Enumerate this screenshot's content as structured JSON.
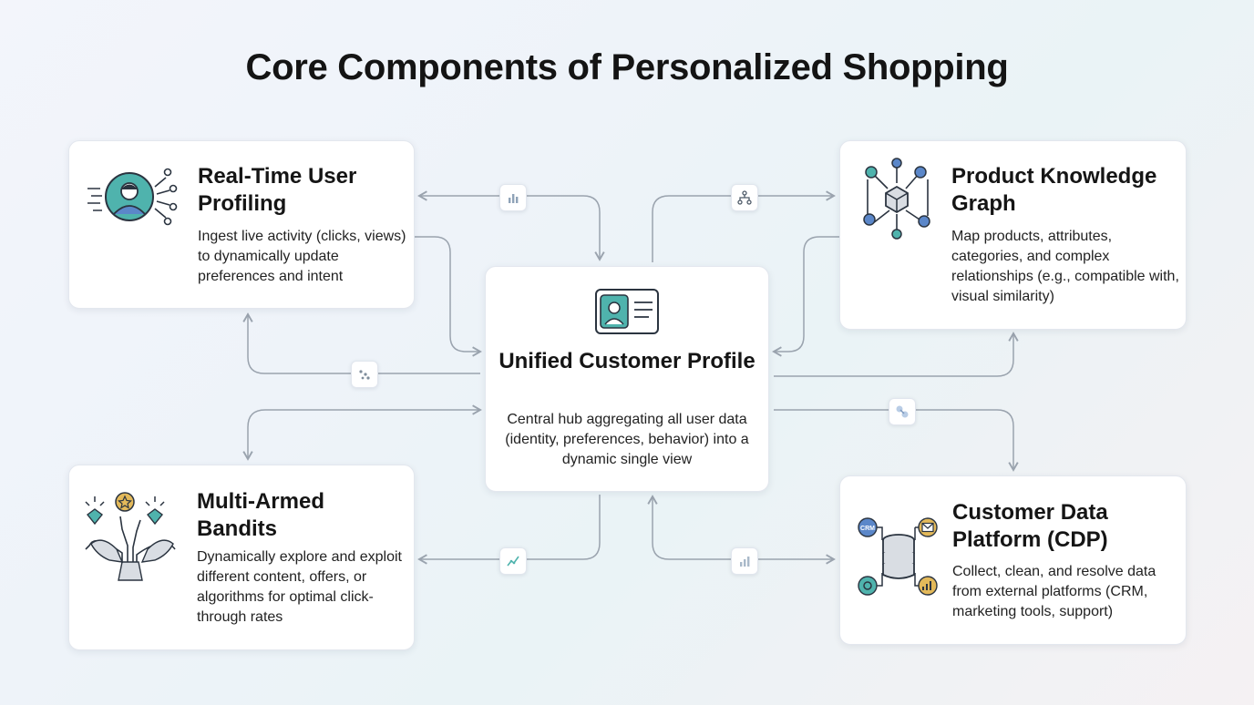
{
  "title": "Core Components of Personalized Shopping",
  "cards": {
    "realtime": {
      "title": "Real-Time User Profiling",
      "description": "Ingest live activity (clicks, views) to dynamically update preferences and intent",
      "icon": "user-profiling-icon"
    },
    "knowledge_graph": {
      "title": "Product Knowledge Graph",
      "description": "Map products, attributes, categories, and complex relationships (e.g., compatible with, visual similarity)",
      "icon": "knowledge-graph-icon"
    },
    "unified": {
      "title": "Unified Customer Profile",
      "description": "Central hub aggregating all user data (identity, preferences, behavior) into a dynamic single view",
      "icon": "profile-card-icon"
    },
    "bandits": {
      "title": "Multi-Armed Bandits",
      "description": "Dynamically explore and exploit different content, offers, or algorithms for optimal click-through rates",
      "icon": "multi-armed-hands-icon"
    },
    "cdp": {
      "title": "Customer Data Platform (CDP)",
      "description": "Collect, clean, and resolve data from external platforms (CRM, marketing tools, support)",
      "icon": "database-hub-icon",
      "crm_label": "CRM"
    }
  },
  "colors": {
    "teal": "#4fb3ad",
    "blue": "#5b87c9",
    "gold": "#e3b95a",
    "outline": "#2b3440",
    "connector": "#9aa3ae"
  }
}
